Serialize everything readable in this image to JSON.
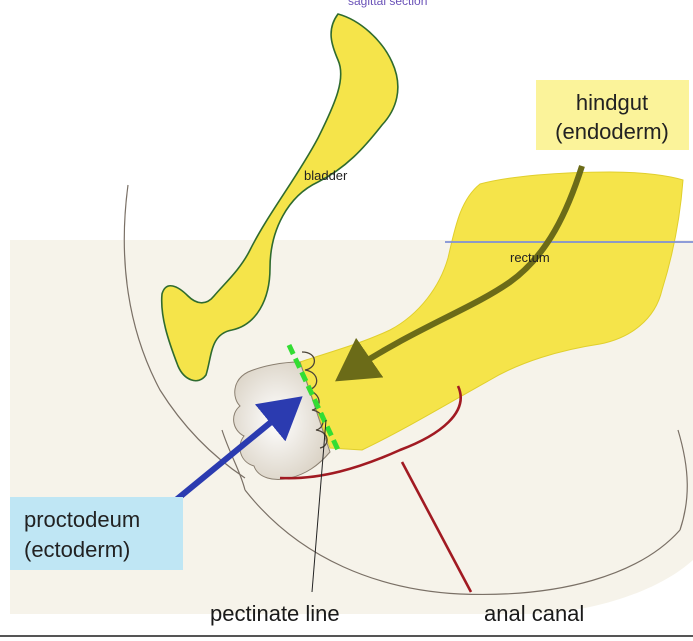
{
  "header": {
    "caption": "sagittal section"
  },
  "labels": {
    "bladder": "bladder",
    "rectum": "rectum",
    "hindgut_line1": "hindgut",
    "hindgut_line2": "(endoderm)",
    "proctodeum_line1": "proctodeum",
    "proctodeum_line2": "(ectoderm)",
    "pectinate_line": "pectinate line",
    "anal_canal": "anal canal"
  },
  "colors": {
    "organ_fill": "#f5e44a",
    "organ_outline": "#2f6b2f",
    "hindgut_box": "#fbf39a",
    "proctodeum_box": "#bfe6f4",
    "hindgut_arrow": "#6b6b18",
    "proctodeum_arrow": "#2b3bb0",
    "pectinate_marker": "#33dd33",
    "anal_canal_bracket": "#a11a22",
    "rectum_plane": "#7f90d6",
    "body_tissue": "#f3efe4",
    "proctodeum_tissue": "#e8e2d6"
  },
  "icons": {
    "hindgut_arrow": "arrow-icon",
    "proctodeum_arrow": "arrow-icon"
  }
}
